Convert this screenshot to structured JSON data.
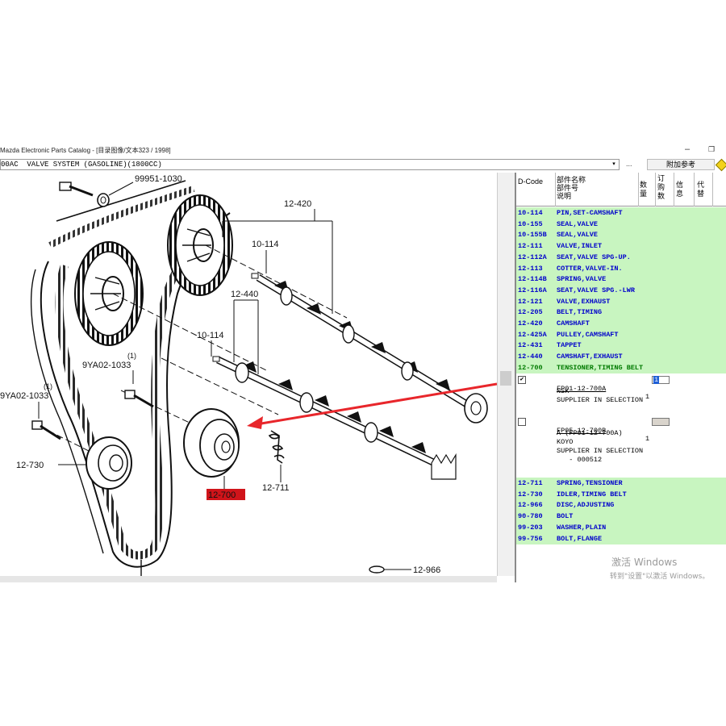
{
  "window": {
    "title": "Mazda Electronic Parts Catalog - [目录图像/文本323 / 1998]",
    "minimize": "–",
    "restore": "❐"
  },
  "toolbar": {
    "section": "00AC  VALVE SYSTEM (GASOLINE)(1800CC)",
    "dropdown_arrow": "▾",
    "nav": "...",
    "add_ref_button": "附加参考",
    "colors": {
      "accent_diamond": "#f2d21b"
    }
  },
  "diagram": {
    "labels": {
      "l99951": "99951-1030",
      "l12420": "12-420",
      "l10114a": "10-114",
      "l12440": "12-440",
      "l10114b": "10-114",
      "l9ya02a": "9YA02-1033",
      "l9ya02a_q": "(1)",
      "l9ya02b": "9YA02-1033",
      "l9ya02b_q": "(1)",
      "l12730": "12-730",
      "l12700": "12-700",
      "l12711": "12-711",
      "l12966": "12-966"
    },
    "highlight_color": "#d0141a",
    "arrow_color": "#e8262b"
  },
  "table": {
    "headers": {
      "dcode": "D-Code",
      "name_lines": [
        "部件名称",
        "部件号",
        "说明"
      ],
      "qty": "数量",
      "order_qty": "订购数",
      "info": "信息",
      "replace": "代替"
    },
    "rows_top": [
      {
        "code": "10-114",
        "desc": "PIN,SET-CAMSHAFT"
      },
      {
        "code": "10-155",
        "desc": "SEAL,VALVE"
      },
      {
        "code": "10-155B",
        "desc": "SEAL,VALVE"
      },
      {
        "code": "12-111",
        "desc": "VALVE,INLET"
      },
      {
        "code": "12-112A",
        "desc": "SEAT,VALVE SPG-UP."
      },
      {
        "code": "12-113",
        "desc": "COTTER,VALVE-IN."
      },
      {
        "code": "12-114B",
        "desc": "SPRING,VALVE"
      },
      {
        "code": "12-116A",
        "desc": "SEAT,VALVE SPG.-LWR"
      },
      {
        "code": "12-121",
        "desc": "VALVE,EXHAUST"
      },
      {
        "code": "12-205",
        "desc": "BELT,TIMING"
      },
      {
        "code": "12-420",
        "desc": "CAMSHAFT"
      },
      {
        "code": "12-425A",
        "desc": "PULLEY,CAMSHAFT"
      },
      {
        "code": "12-431",
        "desc": "TAPPET"
      },
      {
        "code": "12-440",
        "desc": "CAMSHAFT,EXHAUST"
      },
      {
        "code": "12-700",
        "desc": "TENSIONER,TIMING BELT"
      }
    ],
    "option1": {
      "checked": "✔",
      "part": "FP01-12-700A",
      "qty": "1",
      "order": "1",
      "lines": [
        "NSK",
        "SUPPLIER IN SELECTION"
      ]
    },
    "option2": {
      "part": "FP05-12-700B",
      "qty": "1",
      "lines": [
        "A (FP01-12-700A)",
        "KOYO",
        "SUPPLIER IN SELECTION",
        "   - 000512"
      ]
    },
    "rows_bottom": [
      {
        "code": "12-711",
        "desc": "SPRING,TENSIONER"
      },
      {
        "code": "12-730",
        "desc": "IDLER,TIMING BELT"
      },
      {
        "code": "12-966",
        "desc": "DISC,ADJUSTING"
      },
      {
        "code": "90-780",
        "desc": "BOLT"
      },
      {
        "code": "99-203",
        "desc": "WASHER,PLAIN"
      },
      {
        "code": "99-756",
        "desc": "BOLT,FLANGE"
      }
    ],
    "colors": {
      "row_bg": "#c8f5c0",
      "text": "#0000cc"
    }
  },
  "watermark": {
    "line1": "激活 Windows",
    "line2": "转到\"设置\"以激活 Windows。"
  }
}
